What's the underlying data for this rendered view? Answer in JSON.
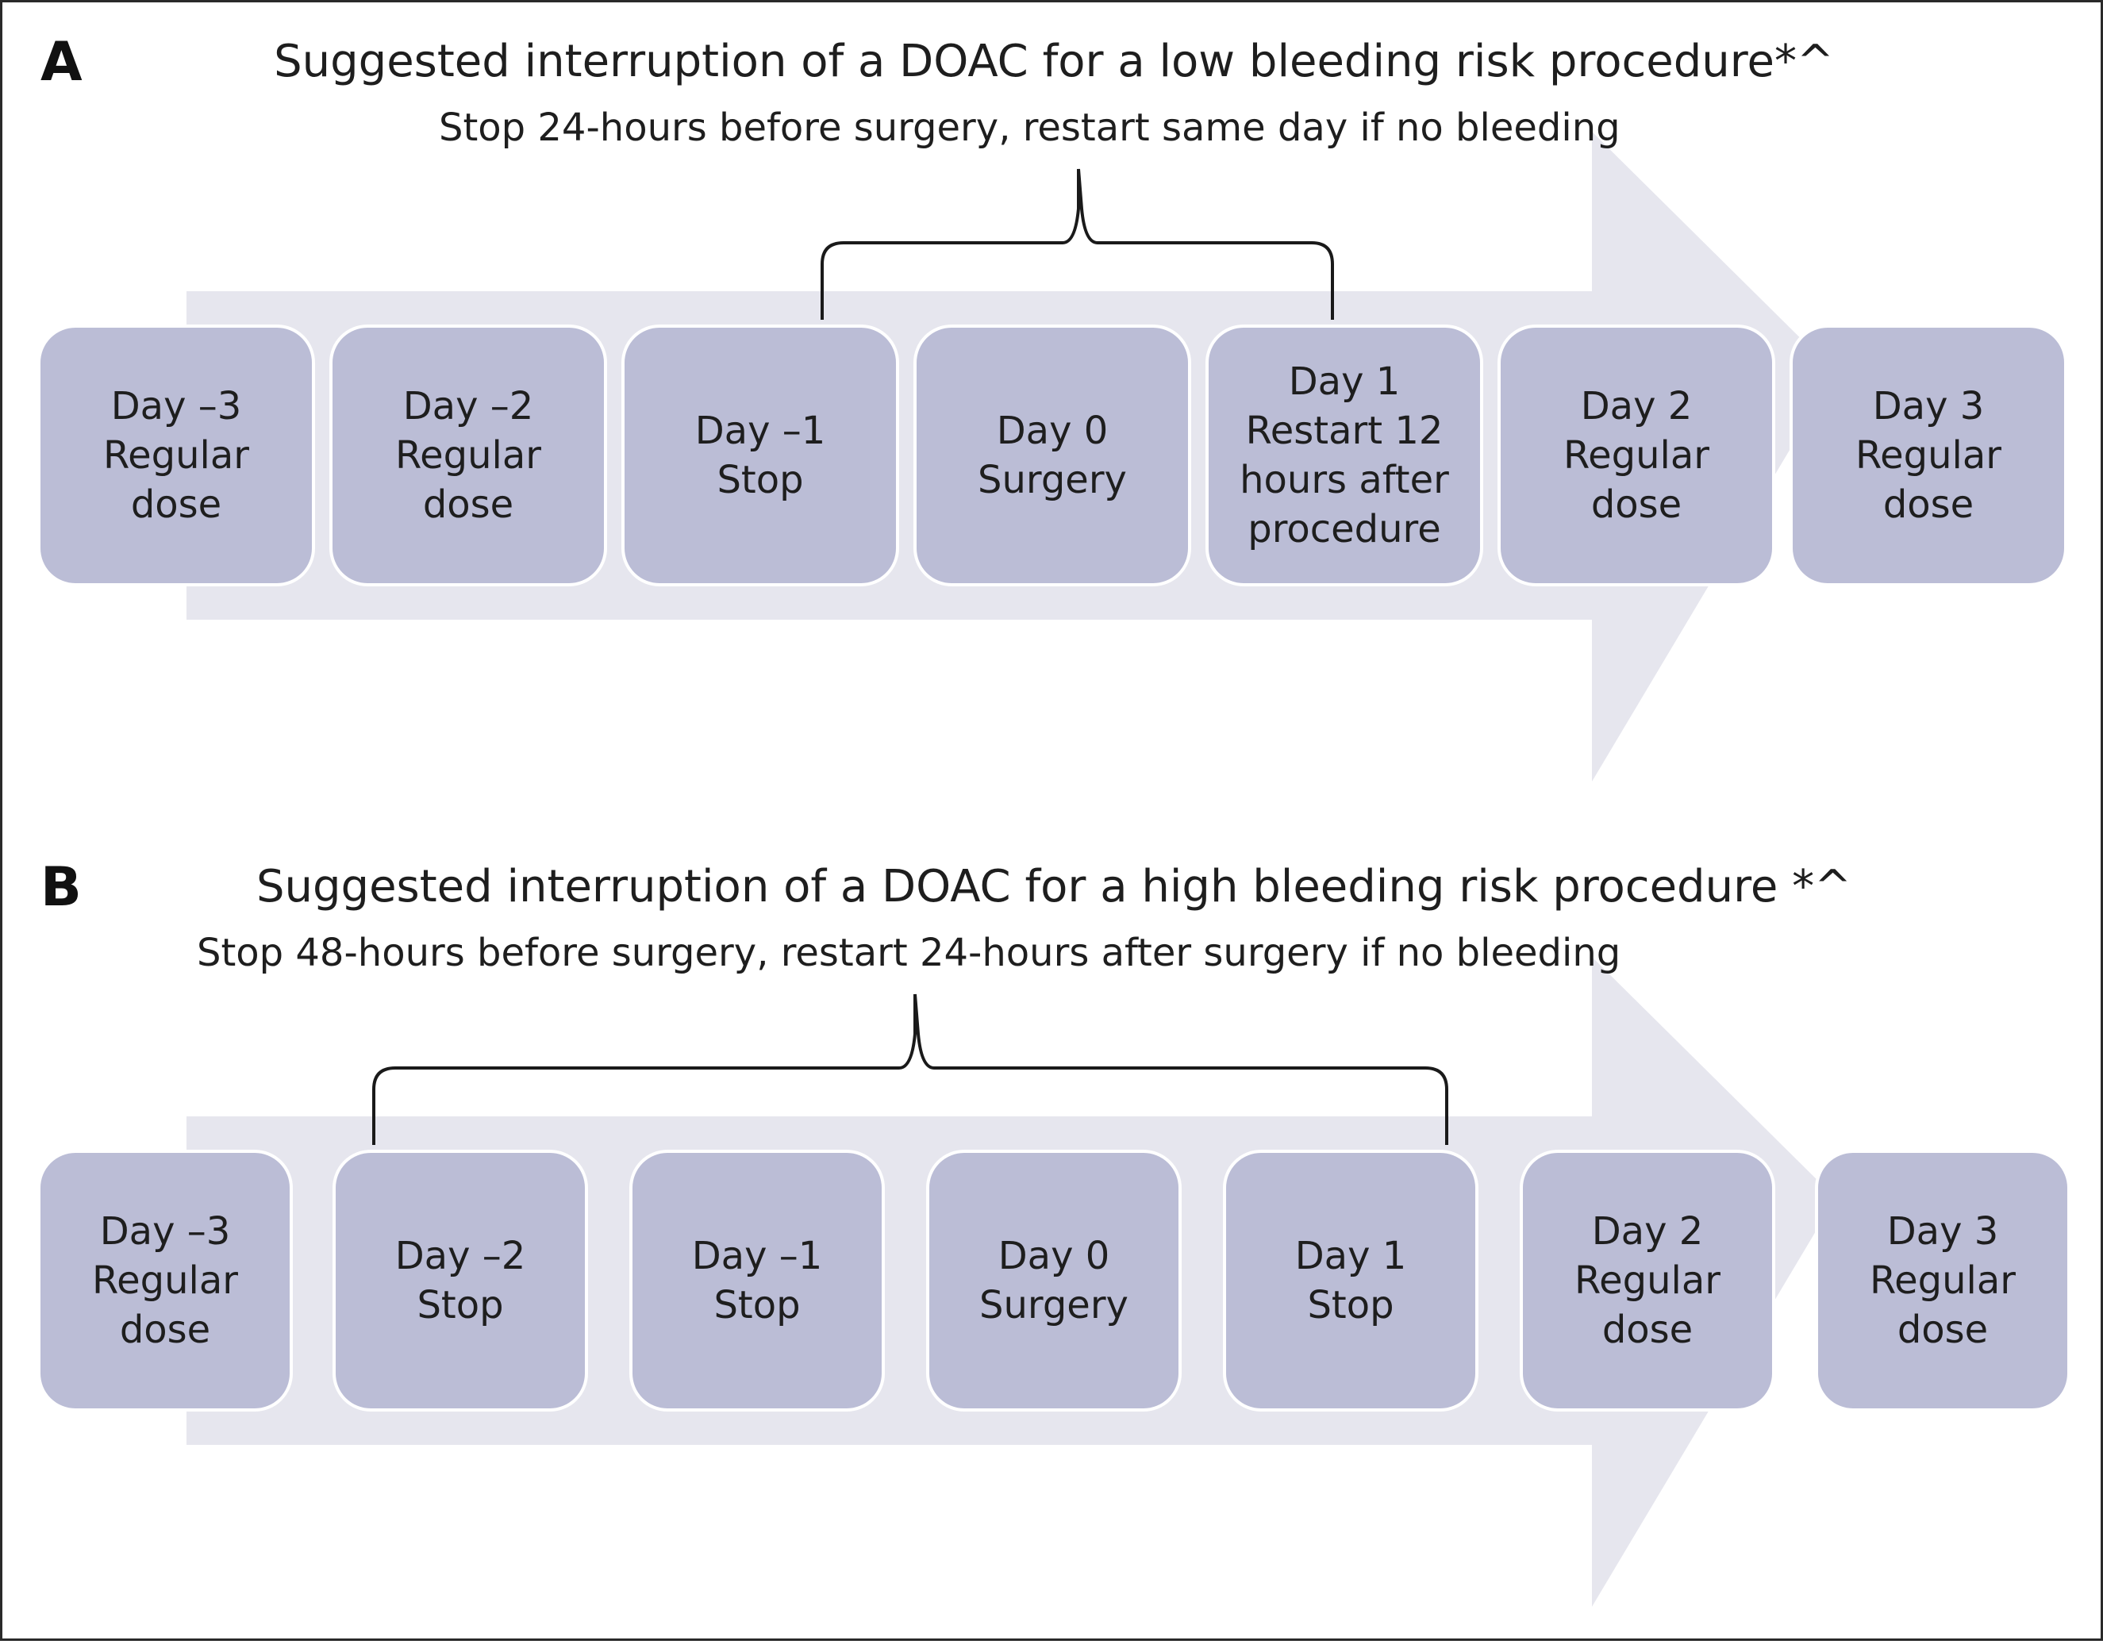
{
  "colors": {
    "arrow": "#e6e6ee",
    "box_fill": "#bbbdd6",
    "box_border": "#ffffff",
    "text": "#1e1e1e",
    "frame_border": "#2a2a2a"
  },
  "panel_a": {
    "letter": "A",
    "title": "Suggested interruption of a DOAC for a low bleeding risk procedure*^",
    "subtitle": "Stop 24-hours before surgery, restart same day if no bleeding",
    "boxes": [
      {
        "lines": [
          "Day –3",
          "Regular",
          "dose"
        ]
      },
      {
        "lines": [
          "Day –2",
          "Regular",
          "dose"
        ]
      },
      {
        "lines": [
          "Day –1",
          "Stop"
        ]
      },
      {
        "lines": [
          "Day 0",
          "Surgery"
        ]
      },
      {
        "lines": [
          "Day 1",
          "Restart 12",
          "hours after",
          "procedure"
        ]
      },
      {
        "lines": [
          "Day 2",
          "Regular",
          "dose"
        ]
      },
      {
        "lines": [
          "Day 3",
          "Regular",
          "dose"
        ]
      }
    ]
  },
  "panel_b": {
    "letter": "B",
    "title": "Suggested interruption of a DOAC for a high bleeding risk procedure *^",
    "subtitle": "Stop 48-hours before surgery, restart 24-hours after surgery if no bleeding",
    "boxes": [
      {
        "lines": [
          "Day –3",
          "Regular",
          "dose"
        ]
      },
      {
        "lines": [
          "Day –2",
          "Stop"
        ]
      },
      {
        "lines": [
          "Day –1",
          "Stop"
        ]
      },
      {
        "lines": [
          "Day 0",
          "Surgery"
        ]
      },
      {
        "lines": [
          "Day 1",
          "Stop"
        ]
      },
      {
        "lines": [
          "Day 2",
          "Regular",
          "dose"
        ]
      },
      {
        "lines": [
          "Day 3",
          "Regular",
          "dose"
        ]
      }
    ]
  }
}
